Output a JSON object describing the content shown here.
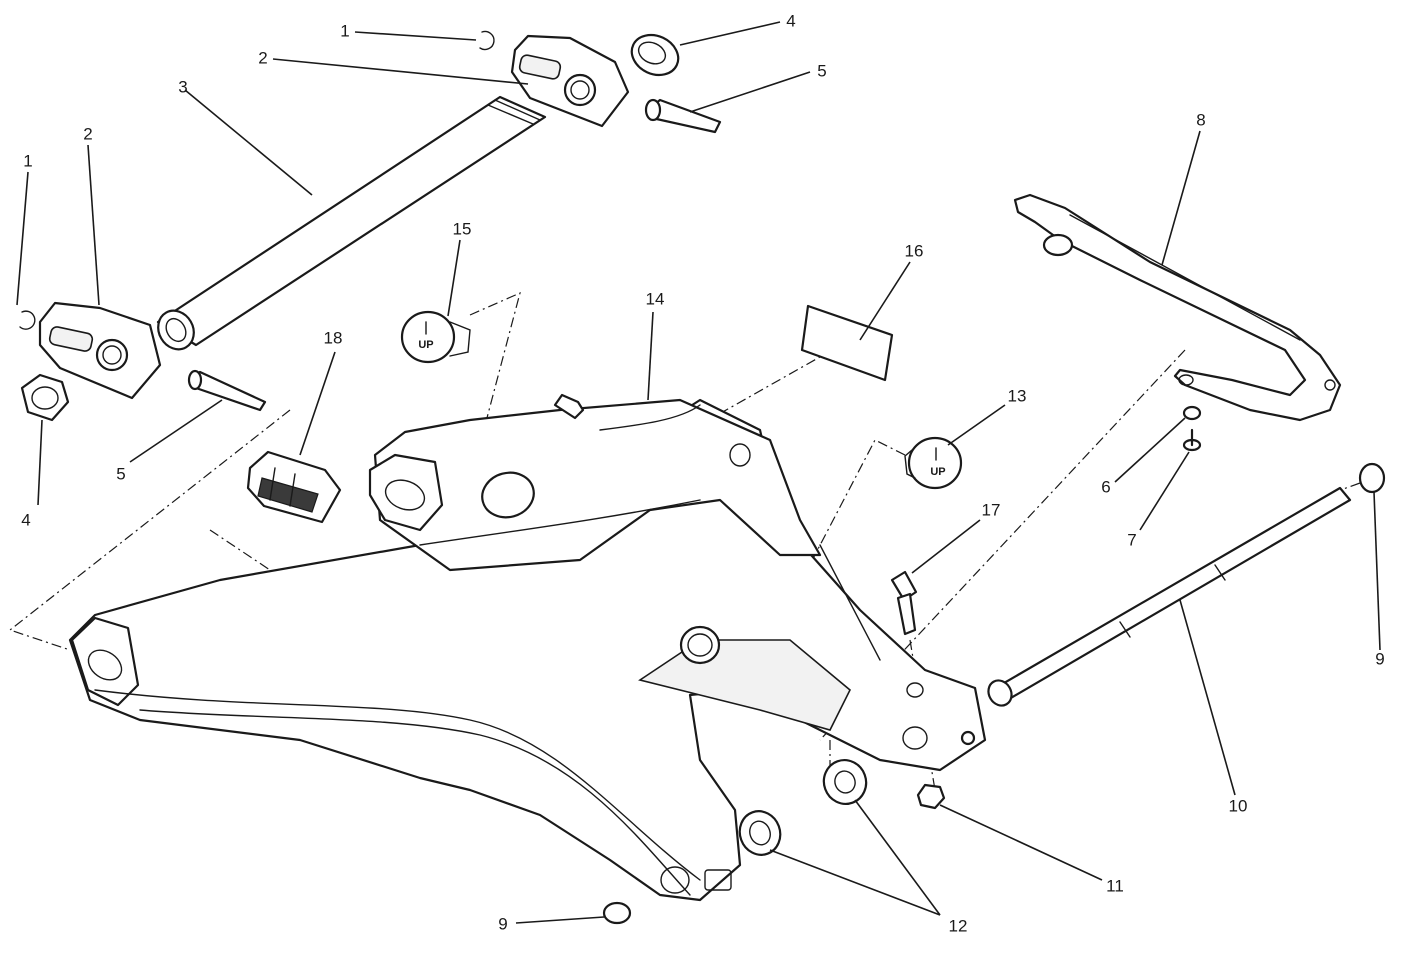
{
  "callouts": [
    {
      "id": "c1a",
      "label": "1"
    },
    {
      "id": "c1b",
      "label": "1"
    },
    {
      "id": "c2a",
      "label": "2"
    },
    {
      "id": "c2b",
      "label": "2"
    },
    {
      "id": "c3",
      "label": "3"
    },
    {
      "id": "c4a",
      "label": "4"
    },
    {
      "id": "c4b",
      "label": "4"
    },
    {
      "id": "c5a",
      "label": "5"
    },
    {
      "id": "c5b",
      "label": "5"
    },
    {
      "id": "c6",
      "label": "6"
    },
    {
      "id": "c7",
      "label": "7"
    },
    {
      "id": "c8",
      "label": "8"
    },
    {
      "id": "c9a",
      "label": "9"
    },
    {
      "id": "c9b",
      "label": "9"
    },
    {
      "id": "c10",
      "label": "10"
    },
    {
      "id": "c11",
      "label": "11"
    },
    {
      "id": "c12",
      "label": "12"
    },
    {
      "id": "c13",
      "label": "13"
    },
    {
      "id": "c14",
      "label": "14"
    },
    {
      "id": "c15",
      "label": "15"
    },
    {
      "id": "c16",
      "label": "16"
    },
    {
      "id": "c17",
      "label": "17"
    },
    {
      "id": "c18",
      "label": "18"
    }
  ],
  "stamps": {
    "cap_15": "UP",
    "cap_13": "UP"
  }
}
